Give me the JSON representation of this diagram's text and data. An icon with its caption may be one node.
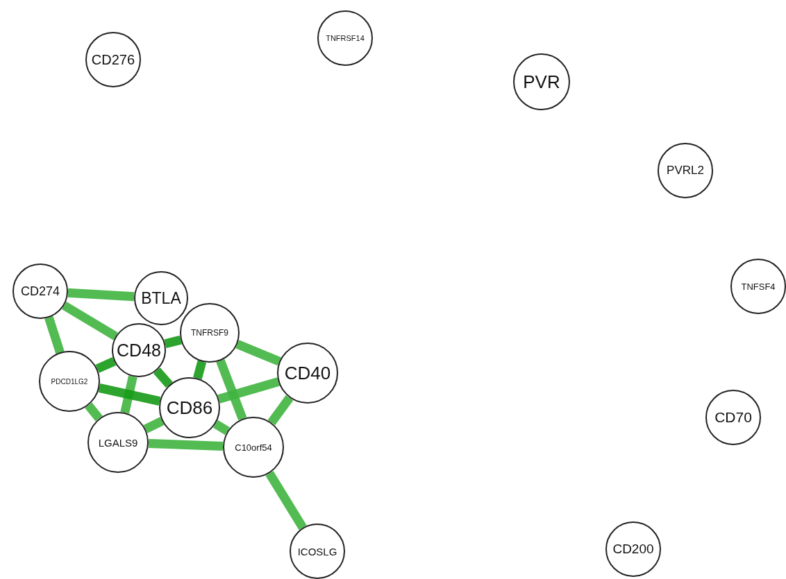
{
  "diagram": {
    "nodes": [
      {
        "text": [
          "CD276"
        ]
      },
      {
        "text": [
          "TNFRSF14"
        ]
      },
      {
        "text": [
          "PVR"
        ]
      },
      {
        "text": [
          "PVRL2"
        ]
      },
      {
        "text": [
          "CD274"
        ]
      },
      {
        "text": [
          "BTLA"
        ]
      },
      {
        "text": [
          "TNFSF4"
        ]
      },
      {
        "text": [
          "TNFRSF9"
        ]
      },
      {
        "text": [
          "CD48"
        ]
      },
      {
        "text": [
          "PDCD1LG2"
        ]
      },
      {
        "text": [
          "CD40"
        ]
      },
      {
        "text": [
          "CD86"
        ]
      },
      {
        "text": [
          "CD70"
        ]
      },
      {
        "text": [
          "LGALS9"
        ]
      },
      {
        "text": [
          "C10orf54"
        ]
      },
      {
        "text": [
          "ICOSLG"
        ]
      },
      {
        "text": [
          "CD200"
        ]
      }
    ],
    "edges": [
      {
        "from": 4,
        "to": 5,
        "arrow": "none"
      },
      {
        "from": 4,
        "to": 9,
        "arrow": "none"
      },
      {
        "from": 4,
        "to": 8,
        "arrow": "none"
      },
      {
        "from": 8,
        "to": 9,
        "arrow": "none",
        "color": "#169a16"
      },
      {
        "from": 8,
        "to": 11,
        "arrow": "none",
        "color": "#169a16"
      },
      {
        "from": 8,
        "to": 7,
        "arrow": "none",
        "color": "#169a16"
      },
      {
        "from": 8,
        "to": 13,
        "arrow": "none"
      },
      {
        "from": 9,
        "to": 11,
        "arrow": "none",
        "color": "#169a16"
      },
      {
        "from": 9,
        "to": 13,
        "arrow": "none"
      },
      {
        "from": 7,
        "to": 10,
        "arrow": "none"
      },
      {
        "from": 7,
        "to": 11,
        "arrow": "none",
        "color": "#169a16"
      },
      {
        "from": 7,
        "to": 14,
        "arrow": "none"
      },
      {
        "from": 10,
        "to": 11,
        "arrow": "none"
      },
      {
        "from": 10,
        "to": 14,
        "arrow": "none"
      },
      {
        "from": 11,
        "to": 13,
        "arrow": "none"
      },
      {
        "from": 11,
        "to": 14,
        "arrow": "none"
      },
      {
        "from": 13,
        "to": 14,
        "arrow": "none"
      },
      {
        "from": 14,
        "to": 15,
        "arrow": "none"
      }
    ]
  }
}
